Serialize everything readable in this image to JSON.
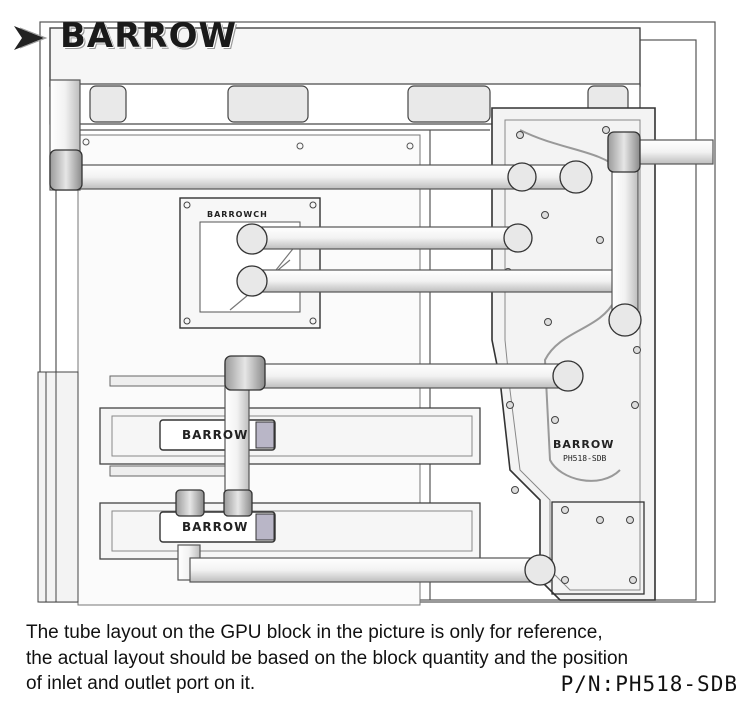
{
  "brand": {
    "name": "BARROW",
    "icon": "barrow-arrow-logo-icon"
  },
  "labels": {
    "cpu_block_brand": "BARROWCH",
    "gpu_bridge_top_brand": "BARROW",
    "gpu_bridge_bottom_brand": "BARROW",
    "distro_plate_brand": "BARROW",
    "distro_plate_code": "PH518-SDB"
  },
  "caption": {
    "line1": "The tube layout on the GPU block in the picture is only for reference,",
    "line2": "the actual layout should be based on the block quantity and the position",
    "line3": "of inlet and outlet port on it."
  },
  "part_number": "P/N:PH518-SDB"
}
